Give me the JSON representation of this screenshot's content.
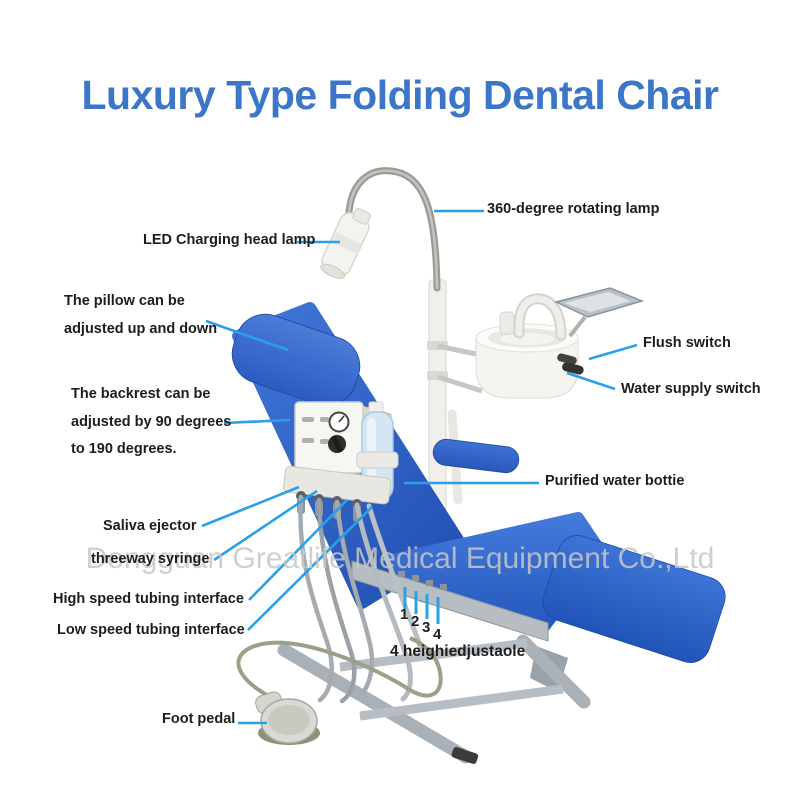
{
  "title": "Luxury Type Folding Dental Chair",
  "watermark": "Dongguan Greatlife Medical Equipment Co.,Ltd",
  "colors": {
    "title_blue": "#3b76c8",
    "leader_blue": "#2aa0e6",
    "chair_blue": "#2b62c9",
    "label_text": "#1d1d1d",
    "watermark_gray": "#c7c7c7"
  },
  "labels": {
    "rotating_lamp": "360-degree rotating lamp",
    "led_lamp": "LED Charging head lamp",
    "pillow_lines": [
      "The pillow can be",
      "adjusted up and down"
    ],
    "flush_switch": "Flush switch",
    "water_supply_switch": "Water supply switch",
    "backrest_lines": [
      "The backrest can be",
      "adjusted by 90 degrees",
      "to 190 degrees."
    ],
    "purified_water_bottle": "Purified water bottie",
    "saliva_ejector": "Saliva ejector",
    "threeway_syringe": "threeway syringe",
    "high_speed": "High speed tubing interface",
    "low_speed": "Low speed tubing interface",
    "height_numbers": [
      "1",
      "2",
      "3",
      "4"
    ],
    "height_caption": "4 heighiedjustaole",
    "foot_pedal": "Foot pedal"
  }
}
